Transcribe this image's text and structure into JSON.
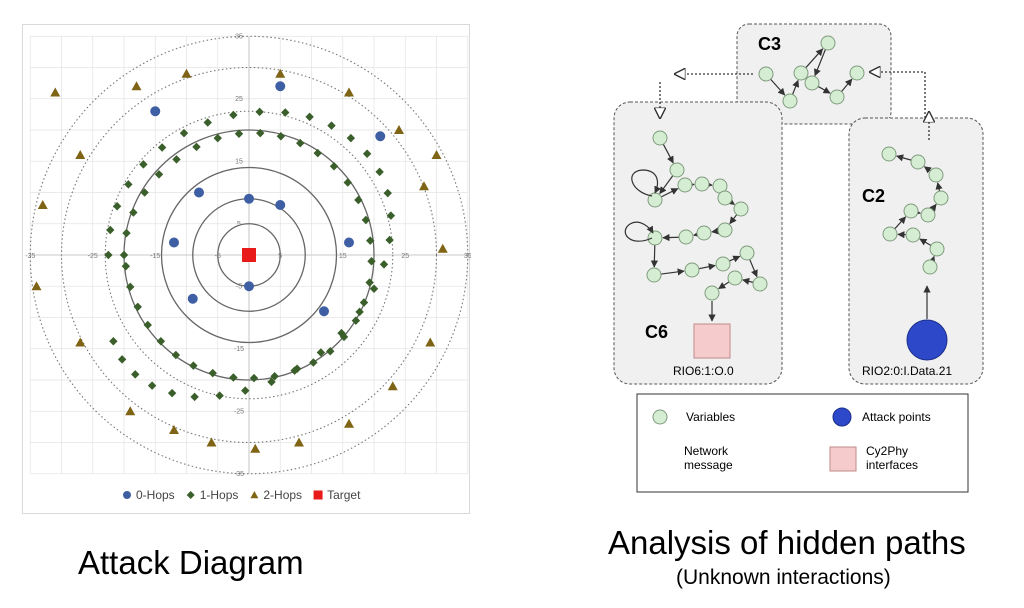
{
  "left": {
    "caption": "Attack Diagram",
    "chart_data": {
      "type": "scatter",
      "xlim": [
        -35,
        35
      ],
      "ylim": [
        -35,
        35
      ],
      "grid": true,
      "ticks": [
        "-35",
        "-25",
        "-15",
        "-5",
        "5",
        "15",
        "25",
        "35"
      ],
      "tick_values": [
        -35,
        -25,
        -15,
        -5,
        5,
        15,
        25,
        35
      ],
      "circles": {
        "solid_radii": [
          5,
          9,
          14,
          20
        ],
        "dotted_radii": [
          23,
          30,
          35
        ]
      },
      "legend_position": "bottom",
      "series": [
        {
          "name": "0-Hops",
          "marker": "circle",
          "color": "#3E5FA3",
          "x": [
            0,
            5,
            16,
            -8,
            -12,
            -9,
            0,
            12,
            -15,
            5,
            21
          ],
          "y": [
            9,
            8,
            2,
            10,
            2,
            -7,
            -5,
            -9,
            23,
            27,
            19
          ]
        },
        {
          "name": "1-Hops",
          "marker": "diamond",
          "color": "#3A5F2A",
          "x": [
            -20,
            -19.6,
            -18.5,
            -16.7,
            -14.4,
            -11.6,
            -8.4,
            -5,
            -1.6,
            1.8,
            5.1,
            8.2,
            11,
            13.6,
            15.8,
            17.5,
            18.7,
            19.4,
            19.6,
            19.3,
            18.4,
            17.1,
            15.2,
            13,
            10.3,
            7.3,
            4.1,
            0.8,
            -2.5,
            -5.8,
            -8.9,
            -11.7,
            -14.1,
            -16.2,
            -17.8,
            -19,
            -19.7,
            -22.5,
            -22.2,
            -21.1,
            -19.3,
            -16.9,
            -13.9,
            -10.4,
            -6.6,
            -2.5,
            1.7,
            5.8,
            9.7,
            13.2,
            16.3,
            18.9,
            20.9,
            22.2,
            22.7,
            22.5,
            21.6,
            20,
            17.7,
            14.8,
            11.5,
            7.7,
            3.6,
            -0.6,
            -4.7,
            -8.7,
            -12.3,
            -15.5,
            -18.2,
            -20.3,
            -21.7
          ],
          "y": [
            0,
            3.5,
            6.8,
            10,
            12.9,
            15.3,
            17.3,
            18.7,
            19.4,
            19.5,
            19,
            17.9,
            16.3,
            14.2,
            11.6,
            8.8,
            5.6,
            2.3,
            -1,
            -4.4,
            -7.6,
            -10.5,
            -13.1,
            -15.4,
            -17.2,
            -18.5,
            -19.4,
            -19.7,
            -19.6,
            -18.9,
            -17.7,
            -16,
            -13.8,
            -11.2,
            -8.3,
            -5.1,
            -1.8,
            0,
            4,
            7.8,
            11.3,
            14.5,
            17.2,
            19.5,
            21.2,
            22.4,
            22.9,
            22.8,
            22.1,
            20.7,
            18.7,
            16.2,
            13.3,
            9.9,
            6.3,
            2.4,
            -1.5,
            -5.4,
            -9.1,
            -12.5,
            -15.6,
            -18.2,
            -20.3,
            -21.7,
            -22.5,
            -22.7,
            -22.1,
            -20.9,
            -19.1,
            -16.7,
            -13.8
          ]
        },
        {
          "name": "2-Hops",
          "marker": "triangle",
          "color": "#7F6415",
          "x": [
            -31,
            -27,
            -18,
            -10,
            5,
            16,
            24,
            -33,
            -34,
            -27,
            -19,
            -12,
            -6,
            1,
            8,
            16,
            23,
            29,
            31,
            28,
            30
          ],
          "y": [
            26,
            16,
            27,
            29,
            29,
            26,
            20,
            8,
            -5,
            -14,
            -25,
            -28,
            -30,
            -31,
            -30,
            -27,
            -21,
            -14,
            1,
            11,
            16
          ]
        },
        {
          "name": "Target",
          "marker": "square",
          "color": "#E81A1A",
          "x": [
            0
          ],
          "y": [
            0
          ]
        }
      ]
    }
  },
  "right": {
    "caption": "Analysis of hidden paths",
    "subcaption": "(Unknown interactions)",
    "clusters": [
      {
        "label": "C3"
      },
      {
        "label": "C6",
        "interface_label": "RIO6:1:O.0"
      },
      {
        "label": "C2",
        "interface_label": "RIO2:0:I.Data.21"
      }
    ],
    "legend": {
      "variables": "Variables",
      "attack_points": "Attack points",
      "network_message": "Network message",
      "cy2phy": "Cy2Phy interfaces"
    },
    "colors": {
      "node_fill": "#D5EDD3",
      "node_stroke": "#7F9B7D",
      "attack_fill": "#2D49C9",
      "cy2phy_fill": "#F5CCCB",
      "cluster_fill": "#F0F0F0"
    }
  }
}
